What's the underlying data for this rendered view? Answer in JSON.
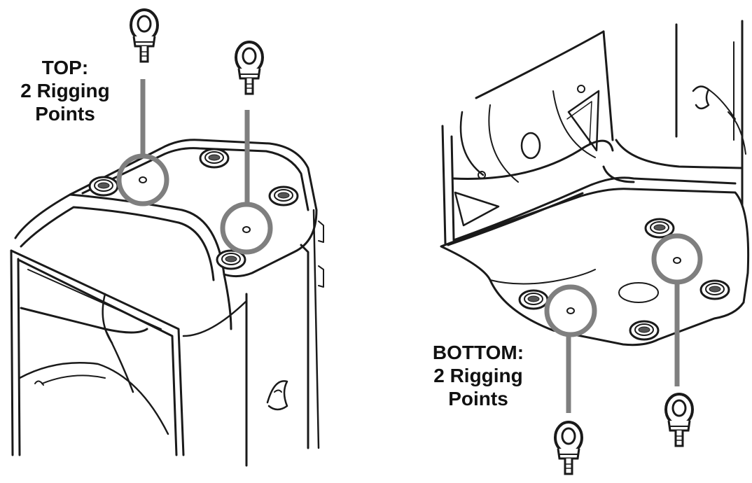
{
  "colors": {
    "line": "#1a1a1a",
    "callout": "#7f7f7f",
    "background": "#ffffff"
  },
  "labels": {
    "top": {
      "heading": "TOP:",
      "line1": "2 Rigging",
      "line2": "Points"
    },
    "bottom": {
      "heading": "BOTTOM:",
      "line1": "2 Rigging",
      "line2": "Points"
    }
  }
}
